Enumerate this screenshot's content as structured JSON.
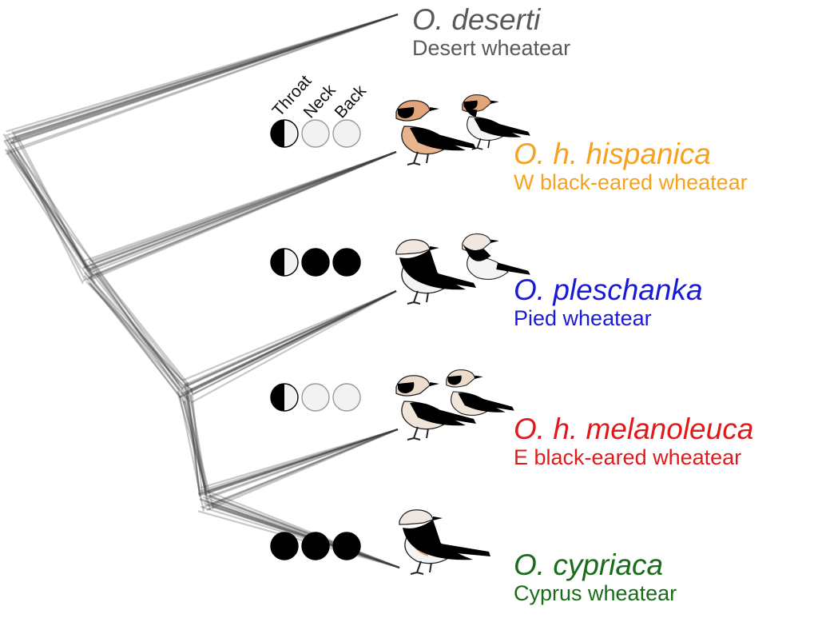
{
  "trait_headers": [
    "Throat",
    "Neck",
    "Back"
  ],
  "colors": {
    "branch": "#3a3a3a",
    "black_fill": "#000000",
    "white_fill": "#f2f2f2",
    "buff_plumage": "#e2a47a"
  },
  "taxa": [
    {
      "scientific": "O. deserti",
      "common": "Desert wheatear",
      "color": "#595959",
      "traits": []
    },
    {
      "scientific": "O. h. hispanica",
      "common": "W black-eared wheatear",
      "color": "#f5a21f",
      "traits": [
        "half",
        "white",
        "white"
      ],
      "bird_icon": "two-orange-wheatear-icon"
    },
    {
      "scientific": "O. pleschanka",
      "common": "Pied wheatear",
      "color": "#1a1ad6",
      "traits": [
        "half",
        "black",
        "black"
      ],
      "bird_icon": "two-pied-wheatear-icon"
    },
    {
      "scientific": "O. h. melanoleuca",
      "common": "E black-eared wheatear",
      "color": "#e01a1a",
      "traits": [
        "half",
        "white",
        "white"
      ],
      "bird_icon": "two-pale-wheatear-icon"
    },
    {
      "scientific": "O. cypriaca",
      "common": "Cyprus wheatear",
      "color": "#1a6b1a",
      "traits": [
        "black",
        "black",
        "black"
      ],
      "bird_icon": "single-cyprus-wheatear-icon"
    }
  ]
}
